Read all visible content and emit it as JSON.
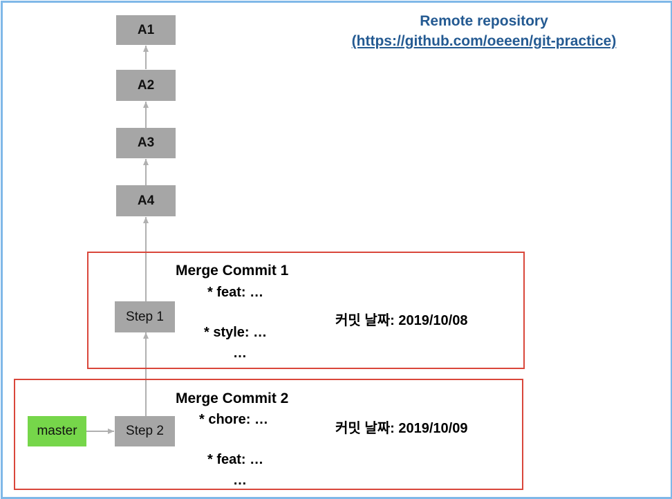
{
  "remote": {
    "title": "Remote repository",
    "url": "(https://github.com/oeeen/git-practice)"
  },
  "commits": {
    "a1": "A1",
    "a2": "A2",
    "a3": "A3",
    "a4": "A4",
    "step1": "Step 1",
    "step2": "Step 2"
  },
  "branch": {
    "master": "master"
  },
  "merge1": {
    "title": "Merge Commit 1",
    "line1": "* feat: …",
    "line2": "* style: …",
    "line3": "…",
    "date": "커밋 날짜: 2019/10/08"
  },
  "merge2": {
    "title": "Merge Commit 2",
    "line1": "* chore: …",
    "line2": "* feat: …",
    "line3": "…",
    "date": "커밋 날짜: 2019/10/09"
  },
  "colors": {
    "frame": "#7fb8e8",
    "commit_node": "#a6a6a6",
    "master_branch": "#76d64a",
    "merge_box_border": "#d9463a",
    "title_text": "#245a92",
    "arrow": "#b0b0b0"
  }
}
